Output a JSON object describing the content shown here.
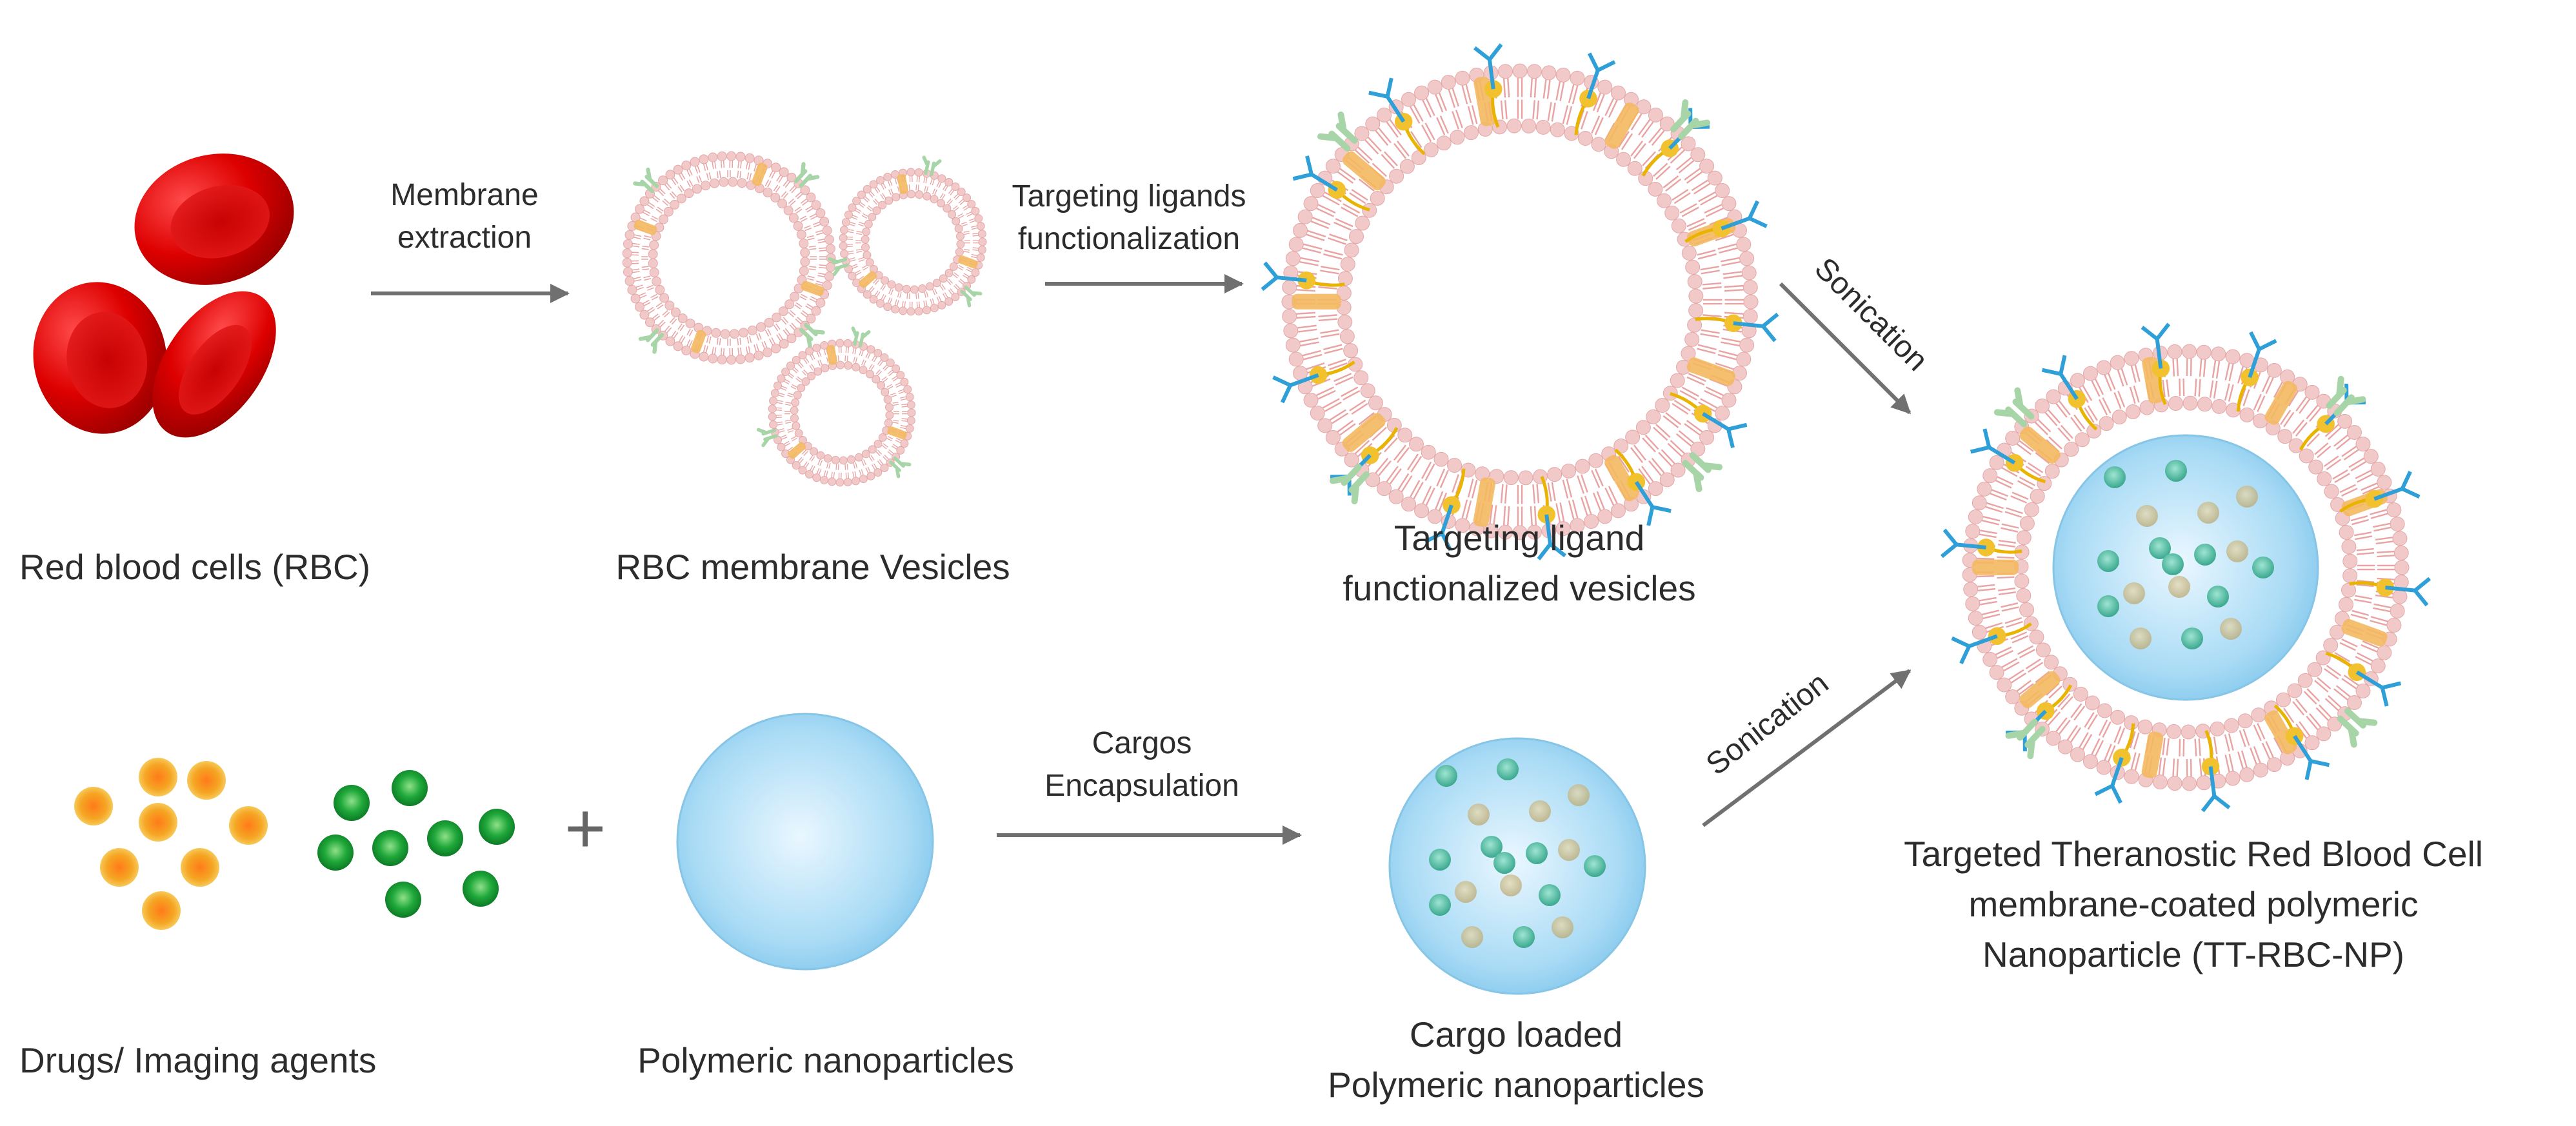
{
  "labels": {
    "rbc": "Red blood cells (RBC)",
    "rbc_vesicles": "RBC membrane Vesicles",
    "tl_vesicles_line1": "Targeting ligand",
    "tl_vesicles_line2": "functionalized vesicles",
    "drugs": "Drugs/ Imaging agents",
    "polymeric_np": "Polymeric nanoparticles",
    "cargo_np_line1": "Cargo loaded",
    "cargo_np_line2": "Polymeric nanoparticles",
    "final_line1": "Targeted Theranostic Red Blood Cell",
    "final_line2": "membrane-coated polymeric",
    "final_line3": "Nanoparticle (TT-RBC-NP)"
  },
  "arrows": {
    "membrane_extraction_line1": "Membrane",
    "membrane_extraction_line2": "extraction",
    "targeting_line1": "Targeting ligands",
    "targeting_line2": "functionalization",
    "sonication_top": "Sonication",
    "cargos_line1": "Cargos",
    "cargos_line2": "Encapsulation",
    "sonication_bottom": "Sonication"
  },
  "plus_sign": "+",
  "colors": {
    "rbc": "#d40000",
    "lipid_head": "#f2c9c9",
    "lipid_tail": "#e9a3a3",
    "protein": "#f4b860",
    "ligand": "#2f9fd8",
    "receptor": "#a8d5a8",
    "nanoparticle": "#a7d9f3",
    "drug_orange": "#f3a020",
    "drug_green": "#1faa3c",
    "cargo_teal": "#4fb7a0",
    "cargo_tan": "#c9b98a",
    "arrow": "#707070"
  }
}
